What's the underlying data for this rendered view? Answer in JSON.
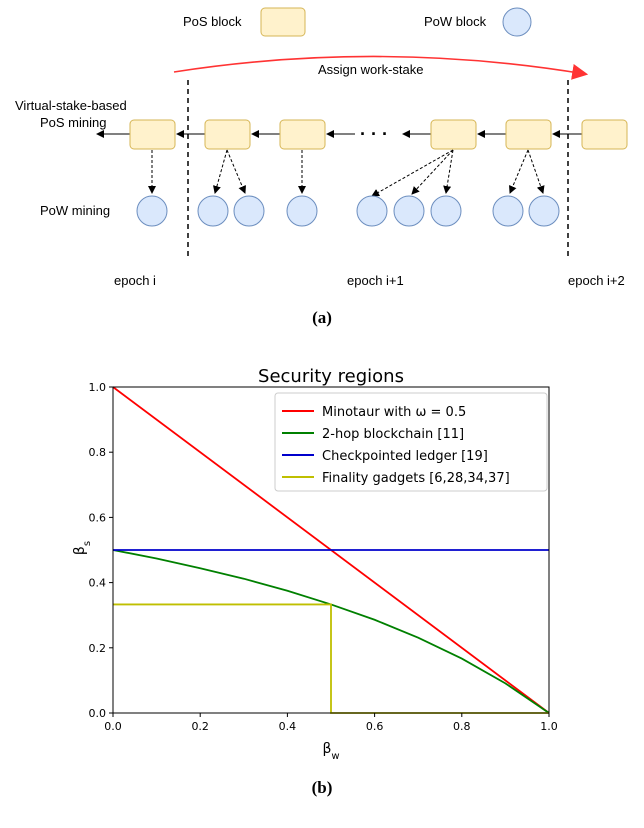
{
  "diagram": {
    "legend": {
      "pos_label": "PoS block",
      "pow_label": "PoW block"
    },
    "assign_label": "Assign work-stake",
    "row_pos_label_1": "Virtual-stake-based",
    "row_pos_label_2": "PoS mining",
    "row_pow_label": "PoW mining",
    "ellipsis": "· · ·",
    "epochs": [
      "epoch i",
      "epoch i+1",
      "epoch i+2"
    ],
    "colors": {
      "pos_fill": "#fff2cc",
      "pos_stroke": "#d6b656",
      "pow_fill": "#dae8fc",
      "pow_stroke": "#6c8ebf",
      "arrow": "#ff3333"
    }
  },
  "captions": {
    "a": "(a)",
    "b": "(b)"
  },
  "chart_data": {
    "type": "line",
    "title": "Security regions",
    "xlabel": "β",
    "xlabel_sub": "w",
    "ylabel": "β",
    "ylabel_sub": "s",
    "xlim": [
      0.0,
      1.0
    ],
    "ylim": [
      0.0,
      1.0
    ],
    "xticks": [
      "0.0",
      "0.2",
      "0.4",
      "0.6",
      "0.8",
      "1.0"
    ],
    "yticks": [
      "0.0",
      "0.2",
      "0.4",
      "0.6",
      "0.8",
      "1.0"
    ],
    "legend_position": "top-right",
    "grid": false,
    "series": [
      {
        "name": "Minotaur with ω = 0.5",
        "color": "#ff0000",
        "x": [
          0.0,
          1.0
        ],
        "y": [
          1.0,
          0.0
        ]
      },
      {
        "name": "2-hop blockchain [11]",
        "color": "#008000",
        "x": [
          0.0,
          0.1,
          0.2,
          0.3,
          0.4,
          0.5,
          0.6,
          0.7,
          0.8,
          0.9,
          1.0
        ],
        "y": [
          0.5,
          0.474,
          0.444,
          0.412,
          0.375,
          0.333,
          0.286,
          0.231,
          0.167,
          0.091,
          0.0
        ]
      },
      {
        "name": "Checkpointed ledger [19]",
        "color": "#0000cc",
        "x": [
          0.0,
          1.0
        ],
        "y": [
          0.5,
          0.5
        ]
      },
      {
        "name": "Finality gadgets  [6,28,34,37]",
        "color": "#bfbf00",
        "x": [
          0.0,
          0.5,
          0.5,
          1.0
        ],
        "y": [
          0.333,
          0.333,
          0.0,
          0.0
        ]
      }
    ]
  }
}
